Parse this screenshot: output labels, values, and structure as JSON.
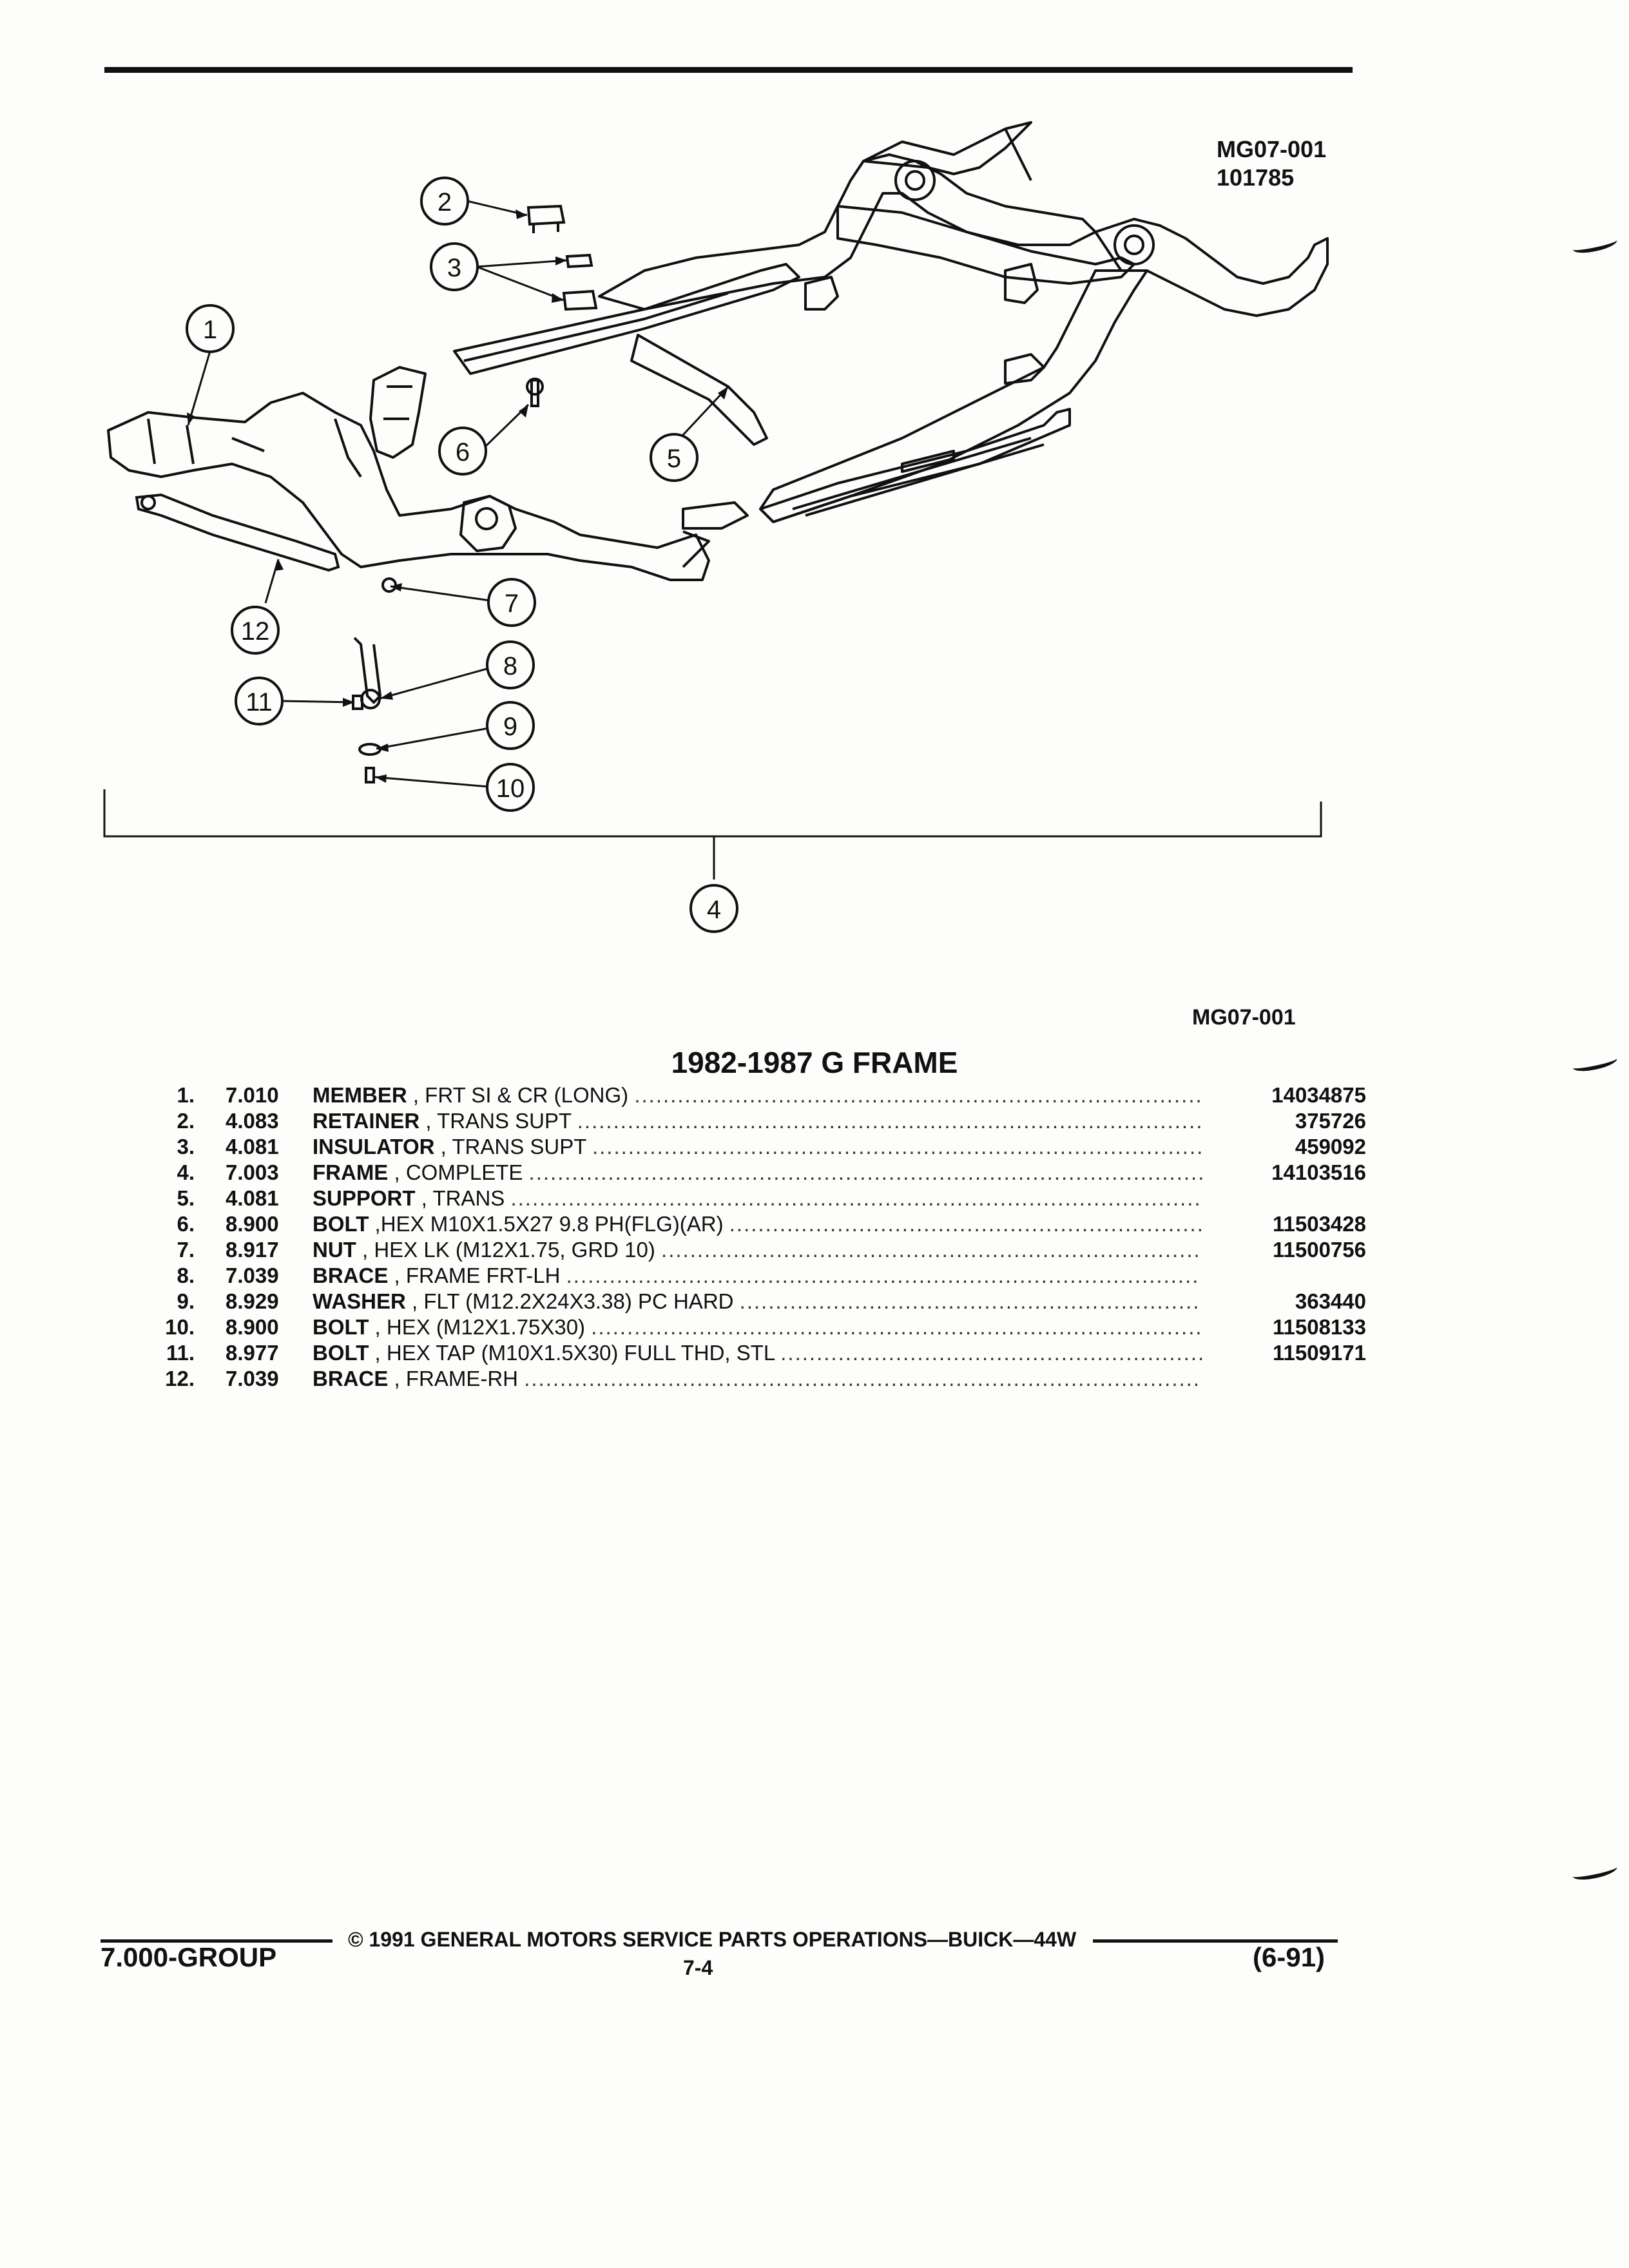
{
  "header": {
    "ref_code": "MG07-001",
    "ref_date": "101785"
  },
  "diagram": {
    "callouts": [
      "1",
      "2",
      "3",
      "4",
      "5",
      "6",
      "7",
      "8",
      "9",
      "10",
      "11",
      "12"
    ],
    "figure_ref": "MG07-001"
  },
  "parts_table": {
    "title": "1982-1987 G FRAME",
    "rows": [
      {
        "num": "1.",
        "group": "7.010",
        "name": "MEMBER",
        "desc": ", FRT SI & CR (LONG)",
        "part": "14034875"
      },
      {
        "num": "2.",
        "group": "4.083",
        "name": "RETAINER",
        "desc": ", TRANS SUPT",
        "part": "375726"
      },
      {
        "num": "3.",
        "group": "4.081",
        "name": "INSULATOR",
        "desc": ", TRANS SUPT",
        "part": "459092"
      },
      {
        "num": "4.",
        "group": "7.003",
        "name": "FRAME",
        "desc": ", COMPLETE",
        "part": "14103516"
      },
      {
        "num": "5.",
        "group": "4.081",
        "name": "SUPPORT",
        "desc": ", TRANS",
        "part": ""
      },
      {
        "num": "6.",
        "group": "8.900",
        "name": "BOLT",
        "desc": ",HEX M10X1.5X27 9.8 PH(FLG)(AR)",
        "part": "11503428"
      },
      {
        "num": "7.",
        "group": "8.917",
        "name": "NUT",
        "desc": ", HEX LK (M12X1.75, GRD 10)",
        "part": "11500756"
      },
      {
        "num": "8.",
        "group": "7.039",
        "name": "BRACE",
        "desc": ", FRAME FRT-LH",
        "part": ""
      },
      {
        "num": "9.",
        "group": "8.929",
        "name": "WASHER",
        "desc": ", FLT (M12.2X24X3.38) PC HARD",
        "part": "363440"
      },
      {
        "num": "10.",
        "group": "8.900",
        "name": "BOLT",
        "desc": ", HEX (M12X1.75X30)",
        "part": "11508133"
      },
      {
        "num": "11.",
        "group": "8.977",
        "name": "BOLT",
        "desc": ", HEX TAP (M10X1.5X30) FULL THD, STL",
        "part": "11509171"
      },
      {
        "num": "12.",
        "group": "7.039",
        "name": "BRACE",
        "desc": ", FRAME-RH",
        "part": ""
      }
    ]
  },
  "footer": {
    "group": "7.000-GROUP",
    "copyright": "© 1991 GENERAL MOTORS SERVICE PARTS OPERATIONS—BUICK—44W",
    "page": "7-4",
    "revision": "(6-91)"
  }
}
